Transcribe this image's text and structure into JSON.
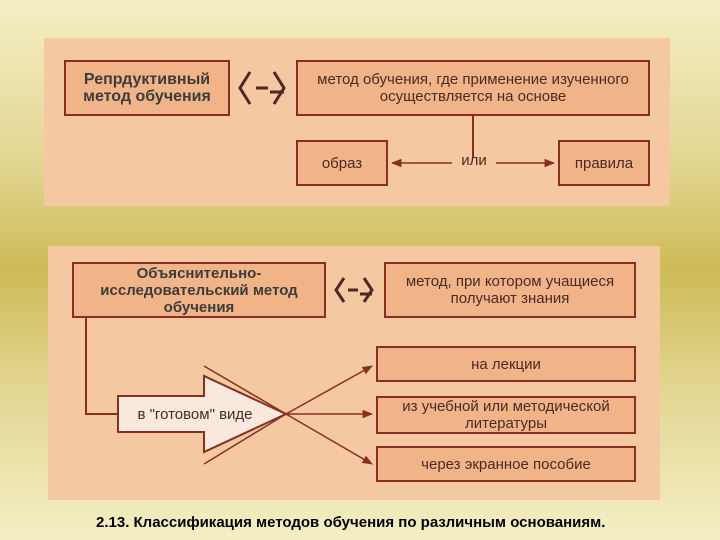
{
  "top_panel": {
    "term": "Репрдуктивный метод обучения",
    "definition": "метод обучения, где применение изученного осуществляется на основе",
    "option_left": "образ",
    "connector": "или",
    "option_right": "правила"
  },
  "bottom_panel": {
    "term": "Объяснительно-исследовательский метод обучения",
    "definition": "метод, при котором учащиеся получают знания",
    "arrow_label": "в \"готовом\" виде",
    "sources": [
      "на лекции",
      "из учебной или методической литературы",
      "через экранное пособие"
    ]
  },
  "caption": "2.13. Классификация методов обучения по различным основаниям.",
  "colors": {
    "panel": "#f4c8a0",
    "box_fill": "#f0b488",
    "border": "#8a2e22"
  }
}
